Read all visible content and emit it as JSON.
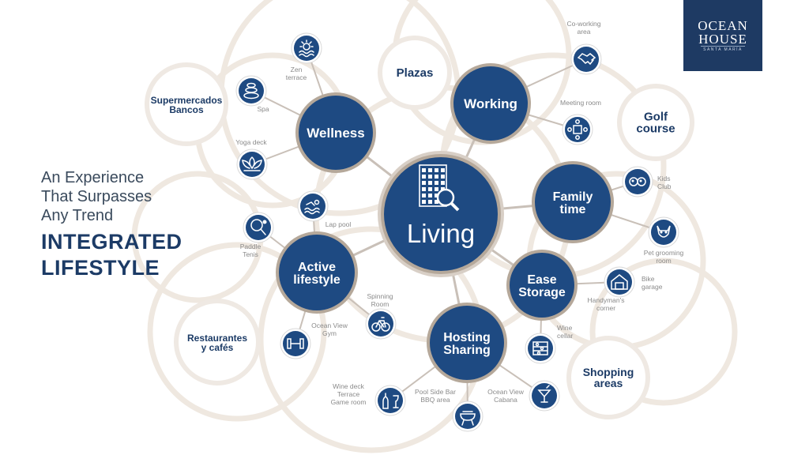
{
  "headline": {
    "line1": "An Experience",
    "line2": "That Surpasses",
    "line3": "Any Trend",
    "bold1": "INTEGRATED",
    "bold2": "LIFESTYLE"
  },
  "logo": {
    "line1": "OCEAN",
    "line2": "HOUSE",
    "tagline": "SANTA MARÍA"
  },
  "colors": {
    "node": "#1e4a82",
    "ring": "#b5a89a",
    "text": "#1c3b66",
    "muted": "#8a8a8a",
    "ghost": "#efe8e0"
  },
  "diagram": {
    "center": {
      "lines": [
        "Living"
      ],
      "icon": "building-search-icon"
    },
    "hubs": [
      {
        "id": "wellness",
        "lines": [
          "Wellness"
        ]
      },
      {
        "id": "working",
        "lines": [
          "Working"
        ]
      },
      {
        "id": "family",
        "lines": [
          "Family",
          "time"
        ]
      },
      {
        "id": "ease",
        "lines": [
          "Ease",
          "Storage"
        ]
      },
      {
        "id": "hosting",
        "lines": [
          "Hosting",
          "Sharing"
        ]
      },
      {
        "id": "active",
        "lines": [
          "Active",
          "lifestyle"
        ]
      }
    ],
    "amenities": [
      {
        "id": "zen",
        "hub": "wellness",
        "icon": "sun-wave-icon",
        "lines": [
          "Zen",
          "terrace"
        ]
      },
      {
        "id": "spa",
        "hub": "wellness",
        "icon": "spa-stones-icon",
        "lines": [
          "Spa"
        ]
      },
      {
        "id": "yoga",
        "hub": "wellness",
        "icon": "lotus-icon",
        "lines": [
          "Yoga deck"
        ]
      },
      {
        "id": "cowork",
        "hub": "working",
        "icon": "handshake-icon",
        "lines": [
          "Co-working",
          "area"
        ]
      },
      {
        "id": "meeting",
        "hub": "working",
        "icon": "meeting-icon",
        "lines": [
          "Meeting room"
        ]
      },
      {
        "id": "kids",
        "hub": "family",
        "icon": "kids-icon",
        "lines": [
          "Kids",
          "Club"
        ]
      },
      {
        "id": "pet",
        "hub": "family",
        "icon": "pet-icon",
        "lines": [
          "Pet grooming",
          "room"
        ]
      },
      {
        "id": "bike",
        "hub": "ease",
        "icon": "garage-icon",
        "lines": [
          "Bike",
          "garage"
        ]
      },
      {
        "id": "handy",
        "hub": "ease",
        "icon": "",
        "lines": [
          "Handyman's",
          "corner"
        ]
      },
      {
        "id": "wine",
        "hub": "ease",
        "icon": "wine-cellar-icon",
        "lines": [
          "Wine",
          "cellar"
        ]
      },
      {
        "id": "cabana",
        "hub": "hosting",
        "icon": "cocktail-icon",
        "lines": [
          "Ocean View",
          "Cabana"
        ]
      },
      {
        "id": "bbq",
        "hub": "hosting",
        "icon": "bbq-icon",
        "lines": [
          "Pool Side Bar",
          "BBQ area"
        ]
      },
      {
        "id": "winedeck",
        "hub": "hosting",
        "icon": "wine-bottle-icon",
        "lines": [
          "Wine deck",
          "Terrace",
          "Game room"
        ]
      },
      {
        "id": "lap",
        "hub": "active",
        "icon": "swimmer-icon",
        "lines": [
          "Lap pool"
        ]
      },
      {
        "id": "paddle",
        "hub": "active",
        "icon": "paddle-icon",
        "lines": [
          "Paddle",
          "Tenis"
        ]
      },
      {
        "id": "spin",
        "hub": "active",
        "icon": "bicycle-icon",
        "lines": [
          "Spinning",
          "Room"
        ]
      },
      {
        "id": "gym",
        "hub": "active",
        "icon": "dumbbell-icon",
        "lines": [
          "Ocean View",
          "Gym"
        ]
      }
    ],
    "places": [
      {
        "id": "plazas",
        "lines": [
          "Plazas"
        ]
      },
      {
        "id": "super",
        "lines": [
          "Supermercados",
          "Bancos"
        ]
      },
      {
        "id": "golf",
        "lines": [
          "Golf",
          "course"
        ]
      },
      {
        "id": "rest",
        "lines": [
          "Restaurantes",
          "y cafés"
        ]
      },
      {
        "id": "shop",
        "lines": [
          "Shopping",
          "areas"
        ]
      }
    ]
  }
}
